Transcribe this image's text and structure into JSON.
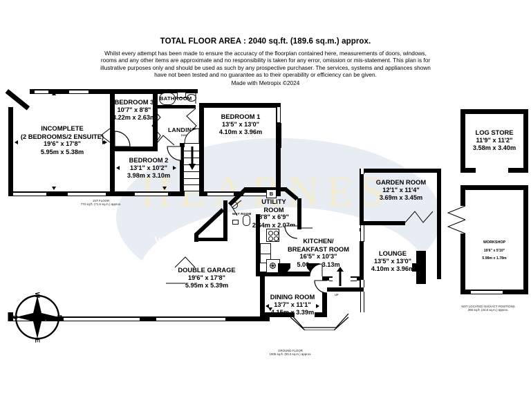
{
  "header": {
    "title": "TOTAL FLOOR AREA : 2040 sq.ft. (189.6 sq.m.) approx.",
    "disclaimer": "Whilst every attempt has been made to ensure the accuracy of the floorplan contained here, measurements of doors, windows, rooms and any other items are approximate and no responsibility is taken for any error, omission or mis-statement. This plan is for illustrative purposes only and should be used as such by any prospective purchaser. The services, systems and appliances shown have not been tested and no guarantee as to their operability or efficiency can be given.",
    "made_with": "Made with Metropix ©2024"
  },
  "watermark": {
    "brand": "HEARNES",
    "tagline": "WHERE SERVICE COUNTS"
  },
  "floors": {
    "first": {
      "caption_name": "1ST FLOOR",
      "caption_area": "770 sq.ft. (71.5 sq.m.) approx."
    },
    "ground": {
      "caption_name": "GROUND FLOOR",
      "caption_area": "1005 sq.ft. (93.2 sq.m.) approx."
    },
    "outbuildings": {
      "caption_name": "NOT LOCATED IN EXACT POSITIONS",
      "caption_area": "266 sq.ft. (24.8 sq.m.) approx."
    }
  },
  "rooms": [
    {
      "key": "incomplete",
      "name": "INCOMPLETE",
      "name2": "(2 BEDROOMS/2 ENSUITE)",
      "imperial": "19'6\"  x 17'8\"",
      "metric": "5.95m  x 5.38m"
    },
    {
      "key": "bedroom3",
      "name": "BEDROOM 3",
      "imperial": "10'7\"  x 8'8\"",
      "metric": "3.22m  x 2.63m"
    },
    {
      "key": "bedroom2",
      "name": "BEDROOM 2",
      "imperial": "13'1\"  x 10'2\"",
      "metric": "3.98m  x 3.10m"
    },
    {
      "key": "bedroom1",
      "name": "BEDROOM 1",
      "imperial": "13'5\"  x 13'0\"",
      "metric": "4.10m  x 3.96m"
    },
    {
      "key": "bathroom",
      "name": "BATHROOM"
    },
    {
      "key": "landing",
      "name": "LANDING",
      "note": "DOWN"
    },
    {
      "key": "utility",
      "name": "UTILITY",
      "name2": "ROOM",
      "imperial": "8'8\"  x 6'9\"",
      "metric": "2.64m  x 2.07m"
    },
    {
      "key": "wetroom",
      "name": "WET ROOM"
    },
    {
      "key": "kitchen",
      "name": "KITCHEN/",
      "name2": "BREAKFAST ROOM",
      "imperial": "16'5\"  x 10'3\"",
      "metric": "5.00m  x 3.13m"
    },
    {
      "key": "garden",
      "name": "GARDEN ROOM",
      "imperial": "12'1\"  x 11'4\"",
      "metric": "3.69m  x 3.45m"
    },
    {
      "key": "lounge",
      "name": "LOUNGE",
      "imperial": "13'5\"  x 13'0\"",
      "metric": "4.10m  x 3.96m"
    },
    {
      "key": "garage",
      "name": "DOUBLE GARAGE",
      "imperial": "19'6\"  x 17'8\"",
      "metric": "5.95m  x 5.39m"
    },
    {
      "key": "dining",
      "name": "DINING ROOM",
      "imperial": "13'7\"  x 11'1\"",
      "metric": "4.15m  x 3.39m"
    },
    {
      "key": "logstore",
      "name": "LOG STORE",
      "imperial": "11'9\"  x 11'2\"",
      "metric": "3.58m  x 3.40m"
    },
    {
      "key": "workshop",
      "name": "WORKSHOP",
      "imperial": "19'6\"  x 5'10\"",
      "metric": "5.98m  x 1.78m"
    }
  ],
  "markers": {
    "boiler_label": "B",
    "stairs_up": "UP"
  },
  "compass": {
    "n": "N",
    "e": "E",
    "s": "S",
    "w": "W"
  },
  "colors": {
    "wall": "#000000",
    "paper": "#ffffff",
    "watermark_gold": "#f3ecd2",
    "watermark_blue": "#e8ecf3"
  }
}
